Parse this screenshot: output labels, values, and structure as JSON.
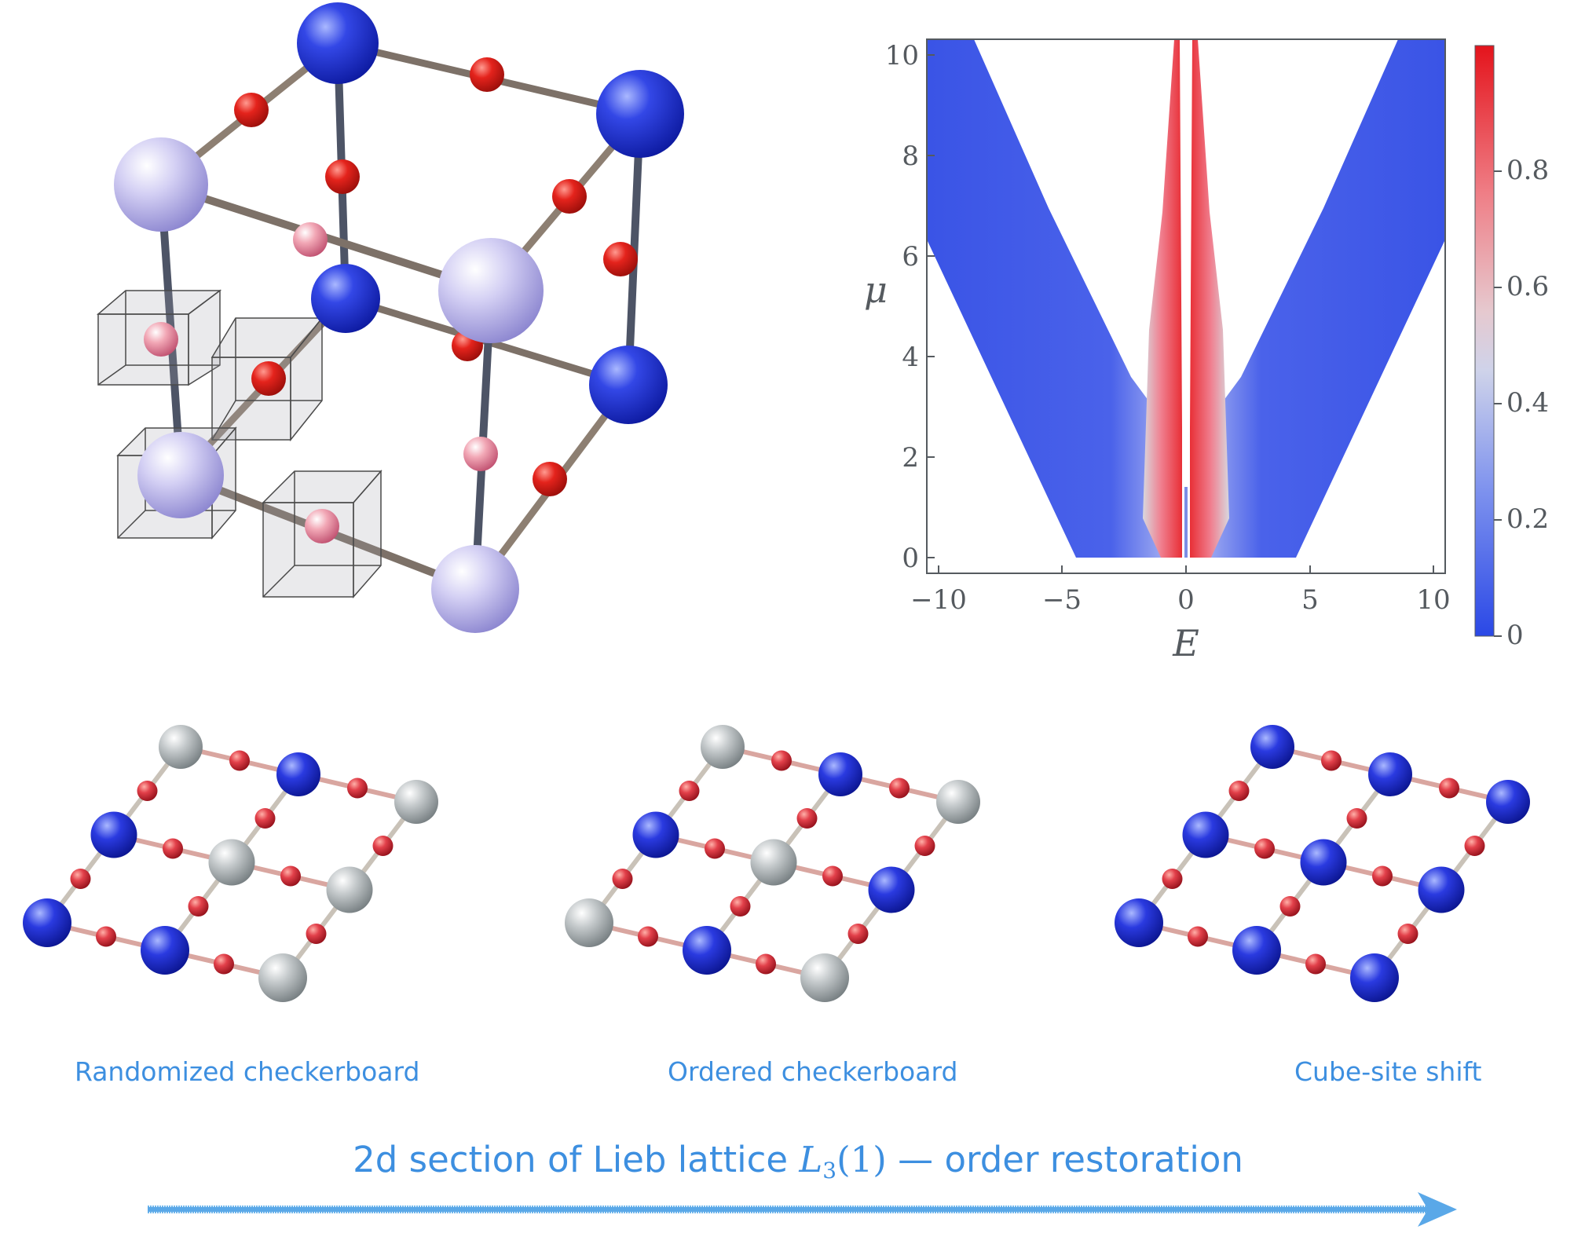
{
  "colors": {
    "blue_site": "#2233d8",
    "light_site": "#c7c3f0",
    "gray_site": "#c2c7c9",
    "red_site": "#e0201c",
    "pink_site": "#f0a0b0",
    "caption": "#3d8fe0"
  },
  "lieb_cube": {
    "corner_sites": [
      "blue",
      "blue",
      "light",
      "blue",
      "light",
      "blue",
      "light",
      "light"
    ],
    "edge_sites": "red",
    "highlighted_boxes": 4
  },
  "density_plot": {
    "xlabel": "E",
    "ylabel": "μ",
    "x_ticks": [
      "−10",
      "−5",
      "0",
      "5",
      "10"
    ],
    "y_ticks": [
      "0",
      "2",
      "4",
      "6",
      "8",
      "10"
    ],
    "colorbar_ticks": [
      "0",
      "0.2",
      "0.4",
      "0.6",
      "0.8"
    ],
    "xlim": [
      -10.5,
      10.5
    ],
    "ylim": [
      -0.2,
      10.2
    ],
    "colorbar_range": [
      0,
      1
    ]
  },
  "lattice_panels": [
    {
      "caption": "Randomized checkerboard",
      "scheme": [
        "blue",
        "blue",
        "gray",
        "blue",
        "gray",
        "gray",
        "gray",
        "blue",
        "gray"
      ]
    },
    {
      "caption": "Ordered checkerboard",
      "scheme": [
        "gray",
        "blue",
        "gray",
        "blue",
        "gray",
        "blue",
        "gray",
        "blue",
        "gray"
      ]
    },
    {
      "caption": "Cube-site shift",
      "scheme": [
        "blue",
        "blue",
        "blue",
        "blue",
        "blue",
        "blue",
        "blue",
        "blue",
        "blue"
      ]
    }
  ],
  "footer": {
    "title_prefix": "2d section of Lieb lattice ",
    "title_math": "L",
    "title_sub": "3",
    "title_arg": "(1)",
    "title_suffix": "  —  order restoration"
  }
}
